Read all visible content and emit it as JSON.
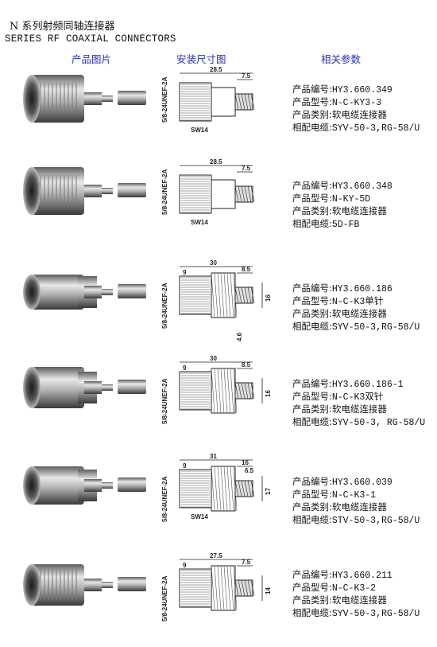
{
  "header": {
    "title_cn": "N 系列射频同轴连接器",
    "title_en": "SERIES RF COAXIAL CONNECTORS",
    "col_photo": "产品图片",
    "col_drawing": "安装尺寸图",
    "col_params": "相关参数"
  },
  "colors": {
    "heading_blue": "#1f33c8"
  },
  "products": [
    {
      "code_label": "产品编号:",
      "code": "HY3.660.349",
      "model_label": "产品型号:",
      "model": "N-C-KY3-3",
      "type_label": "产品类别:",
      "type": "软电缆连接器",
      "cable_label": "相配电缆:",
      "cable": "SYV-50-3,RG-58/U",
      "dims": {
        "thread": "5/8-24UNEF-2A",
        "total": "28.5",
        "d1": "7.5",
        "wrench": "SW14"
      }
    },
    {
      "code_label": "产品编号:",
      "code": "HY3.660.348",
      "model_label": "产品型号:",
      "model": "N-KY-5D",
      "type_label": "产品类别:",
      "type": "软电缆连接器",
      "cable_label": "相配电缆:",
      "cable": "5D-FB",
      "dims": {
        "thread": "5/8-24UNEF-2A",
        "total": "28.5",
        "d1": "7.5",
        "wrench": "SW14"
      }
    },
    {
      "code_label": "产品编号:",
      "code": "HY3.660.186",
      "model_label": "产品型号:",
      "model": "N-C-K3单针",
      "type_label": "产品类别:",
      "type": "软电缆连接器",
      "cable_label": "相配电缆:",
      "cable": "SYV-50-3,RG-58/U",
      "dims": {
        "thread": "5/8-24UNEF-2A",
        "total": "30",
        "d1": "9",
        "d2": "8.5",
        "dia1": "16",
        "dia2": "4.6"
      }
    },
    {
      "code_label": "产品编号:",
      "code": "HY3.660.186-1",
      "model_label": "产品型号:",
      "model": "N-C-K3双针",
      "type_label": "产品类别:",
      "type": "软电缆连接器",
      "cable_label": "相配电缆:",
      "cable": "SYV-50-3, RG-58/U",
      "dims": {
        "thread": "5/8-24UNEF-2A",
        "total": "30",
        "d1": "9",
        "d2": "8.5",
        "dia1": "16"
      }
    },
    {
      "code_label": "产品编号:",
      "code": "HY3.660.039",
      "model_label": "产品型号:",
      "model": "N-C-K3-1",
      "type_label": "产品类别:",
      "type": "软电缆连接器",
      "cable_label": "相配电缆:",
      "cable": "STV-50-3,RG-58/U",
      "dims": {
        "thread": "5/8-24UNEF-2A",
        "total": "31",
        "d1": "9",
        "d2": "16",
        "d3": "6.5",
        "dia1": "17",
        "wrench": "SW14"
      }
    },
    {
      "code_label": "产品编号:",
      "code": "HY3.660.211",
      "model_label": "产品型号:",
      "model": "N-C-K3-2",
      "type_label": "产品类别:",
      "type": "软电缆连接器",
      "cable_label": "相配电缆:",
      "cable": "SYV-50-3,RG-58/U",
      "dims": {
        "thread": "5/8-24UNEF-2A",
        "total": "27.5",
        "d1": "9",
        "d2": "7.5",
        "dia1": "14"
      }
    }
  ]
}
